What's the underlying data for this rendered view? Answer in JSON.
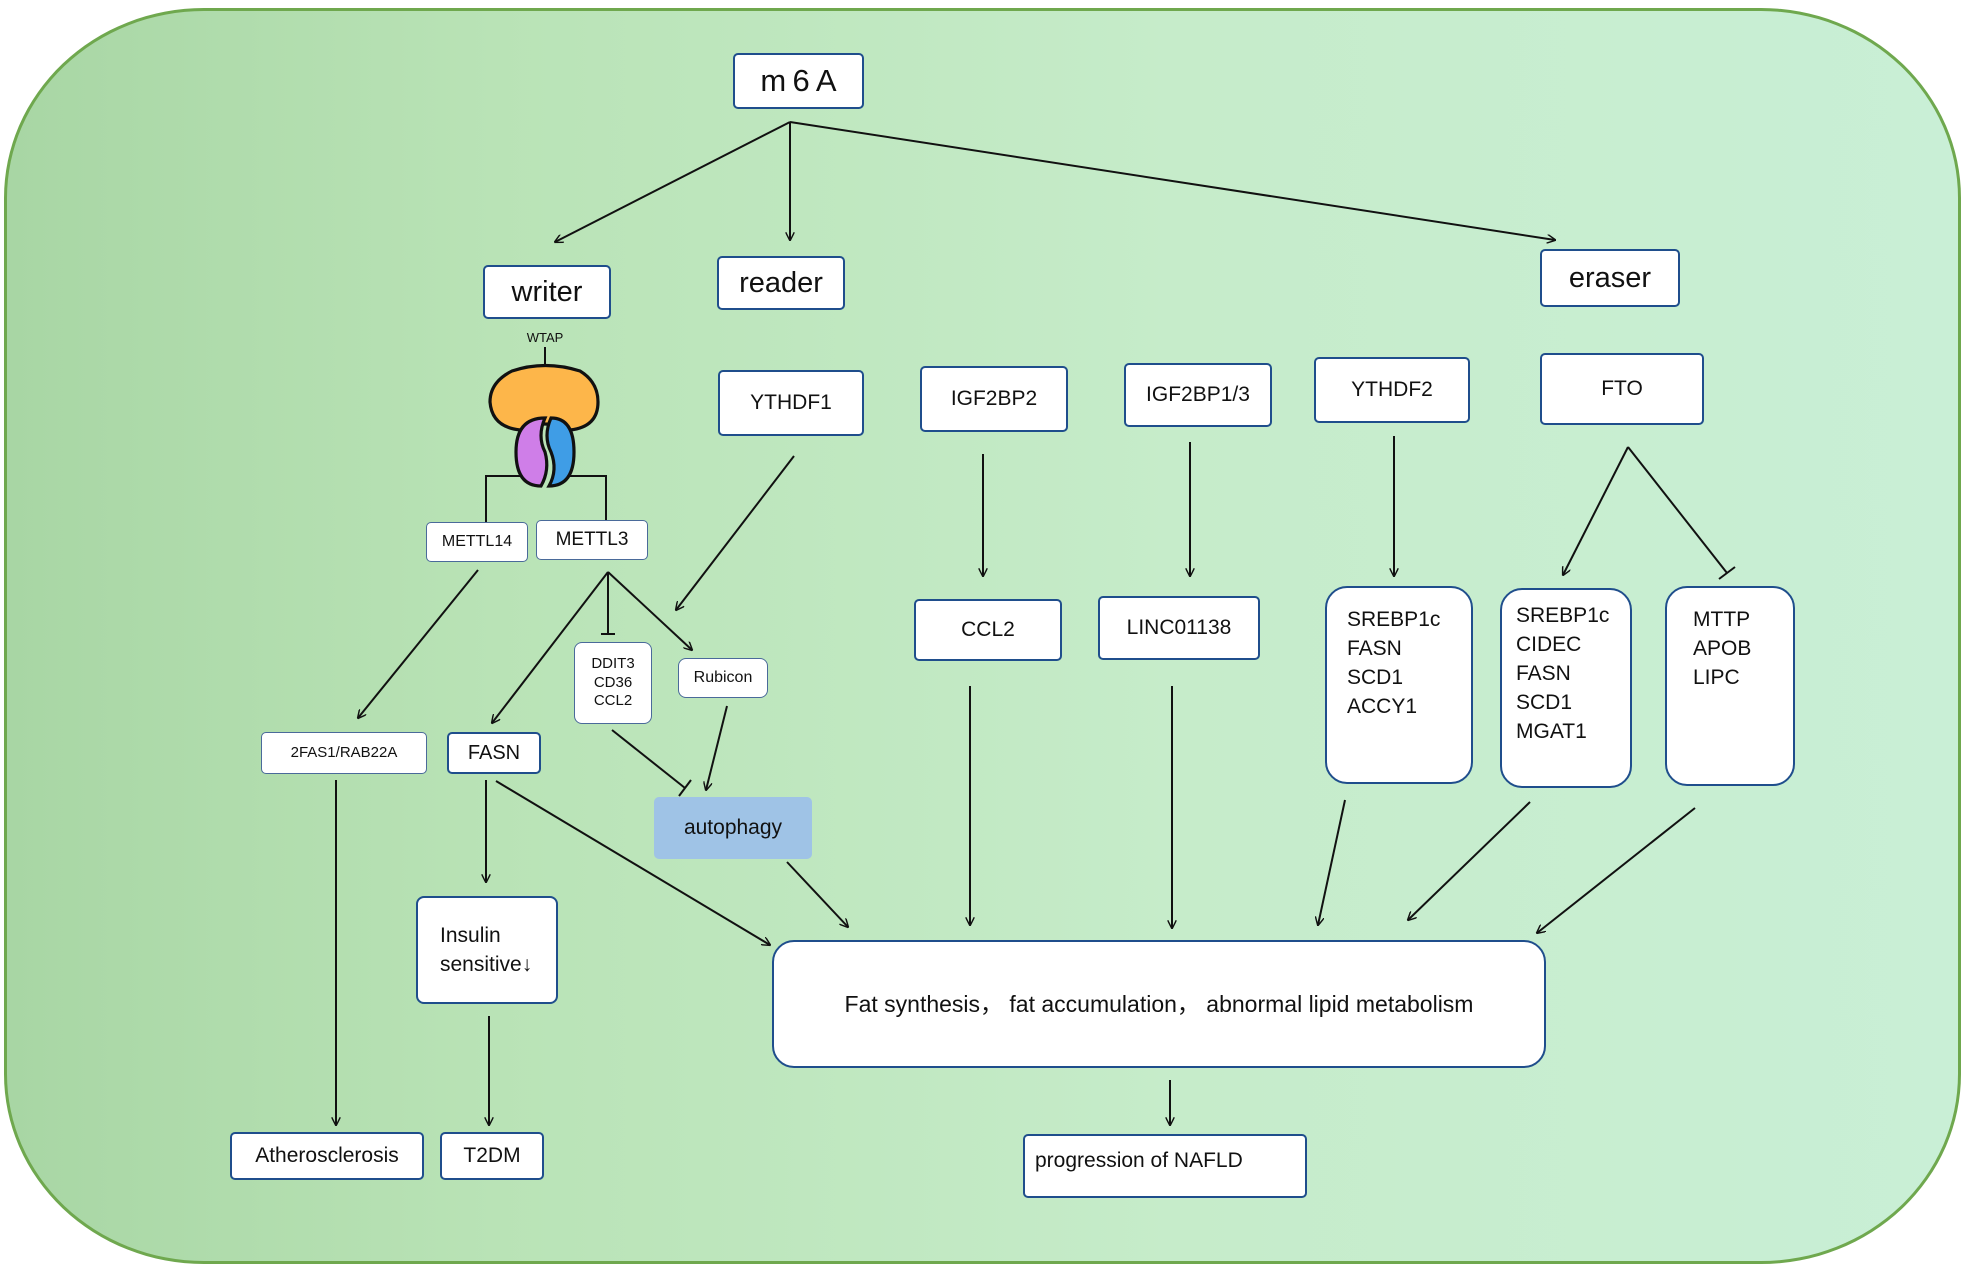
{
  "root": "m 6 A",
  "categories": {
    "writer": "writer",
    "reader": "reader",
    "eraser": "eraser"
  },
  "writer": {
    "complex_label": "WTAP",
    "mettl14": "METTL14",
    "mettl3": "METTL3",
    "ddit3_group": "DDIT3\nCD36\nCCL2",
    "rubicon": "Rubicon",
    "autophagy": "autophagy",
    "rab22a": "2FAS1/RAB22A",
    "fasn": "FASN",
    "insulin": "Insulin\nsensitive↓",
    "atherosclerosis": "Atherosclerosis",
    "t2dm": "T2DM"
  },
  "reader": {
    "ythdf1": "YTHDF1",
    "igf2bp2": "IGF2BP2",
    "ccl2": "CCL2",
    "igf2bp13": "IGF2BP1/3",
    "linc": "LINC01138",
    "ythdf2": "YTHDF2",
    "ythdf2_targets": "SREBP1c\nFASN\nSCD1\nACCY1"
  },
  "eraser": {
    "fto": "FTO",
    "fto_up": "SREBP1c\nCIDEC\nFASN\nSCD1\nMGAT1",
    "fto_down": "MTTP\nAPOB\nLIPC"
  },
  "outcome": {
    "fat": "Fat synthesis， fat accumulation， abnormal lipid metabolism",
    "nafld": "progression of NAFLD"
  },
  "colors": {
    "node_border": "#1f4e8c",
    "frame_border": "#6fa84e",
    "autophagy_fill": "#9fc3e6",
    "wtap_orange": "#fdb64a",
    "mettl14_purple": "#cf7ee8",
    "mettl3_blue": "#3f9de6"
  }
}
